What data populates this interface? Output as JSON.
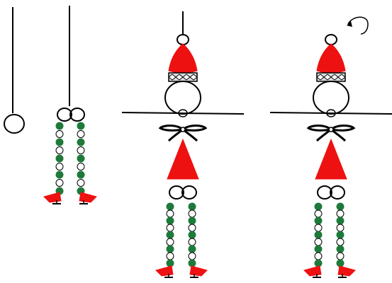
{
  "diagram": {
    "description_free": true,
    "colors": {
      "outline": "#000000",
      "red": "#ee1111",
      "green": "#1e7a3a",
      "white": "#ffffff",
      "diamond_band": "#dddddd"
    },
    "figures": [
      {
        "id": "step-1",
        "parts": [
          "hanging-string",
          "ring"
        ]
      },
      {
        "id": "step-2",
        "parts": [
          "hanging-string",
          "hip-rings",
          "bead-legs",
          "red-feet"
        ]
      },
      {
        "id": "step-3",
        "parts": [
          "string",
          "top-ring",
          "red-hat",
          "diamond-band",
          "head-ring",
          "arm-line",
          "bow",
          "red-body",
          "hip-rings",
          "bead-legs",
          "red-feet"
        ]
      },
      {
        "id": "step-4",
        "parts": [
          "curved-arrow",
          "top-ring",
          "red-hat",
          "diamond-band",
          "head-ring",
          "arm-line",
          "bow",
          "red-body",
          "hip-rings",
          "bead-legs",
          "red-feet"
        ]
      }
    ],
    "icons": [
      "ring-icon",
      "hat-icon",
      "bead-icon",
      "foot-icon",
      "bow-icon",
      "curved-arrow-icon"
    ]
  }
}
